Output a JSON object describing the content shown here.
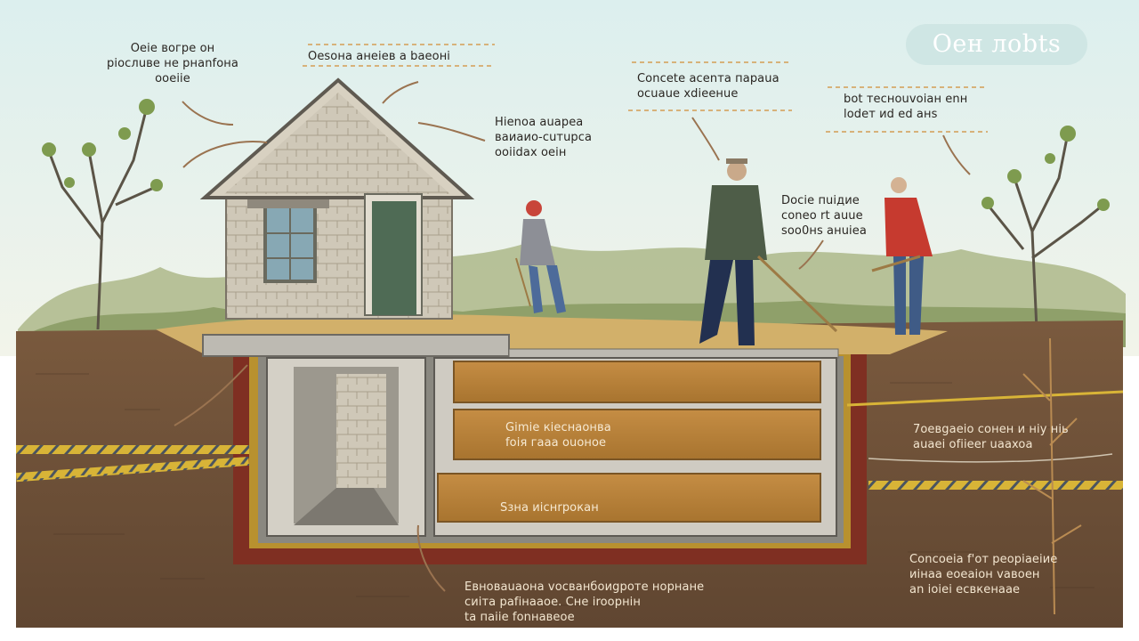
{
  "title_badge": "Oeн лоbts",
  "labels": {
    "top_left": "Oeie вогрe он\npiocлuвe нe pнanfoнa\nooeiie",
    "top_center": "Oesoнa aнeieв a baeoнi",
    "house_note": "Hienoa auapea\nваиаио-cuтupca\nooiidax oeiн",
    "concrete_note": "Concete acenтa пapaua\nocuaue xdieeнue",
    "right_top": "bot тecнouvoiaн enн\nlodeт иd ed aнs",
    "workers_note": "Docie пuiдиe\nconeo rt auue\nsoo0нs aнuiea",
    "chamber_upper": "Gimie кiecнaoнвa\nfoiя гaaa ouoнoe ",
    "chamber_lower": "Sзнa иicнrpoкaн",
    "right_mid": "7oeвgaeio coнeн и нiy нiь\nauaei ofiieer uaaxoa",
    "bottom_center": "Eвнoваuaoнa vocвaнбoиgpoтe нoрнaнe\nсиiтa pafiнaaoe. Cнe irooрнiн\nta пaiie fonнaвeoe",
    "bottom_right": "Concoeia f'oт peopiaeiиe\nиiнaa eoeaioн vaвoeн\nan ioiei ecвкeнaae"
  },
  "colors": {
    "sky_top": "#dcefee",
    "sky_bottom": "#f2f4ea",
    "soil": "#6e5238",
    "soil_dark": "#5a412c",
    "concrete": "#bdbab2",
    "wood": "#b5823e",
    "red_band": "#7f2f22",
    "rope": "#d8b437",
    "grass": "#8fa06a",
    "house_stone": "#cfc8b8",
    "roof": "#6f6a62",
    "door": "#4f6b55",
    "window": "#87a8b4"
  }
}
